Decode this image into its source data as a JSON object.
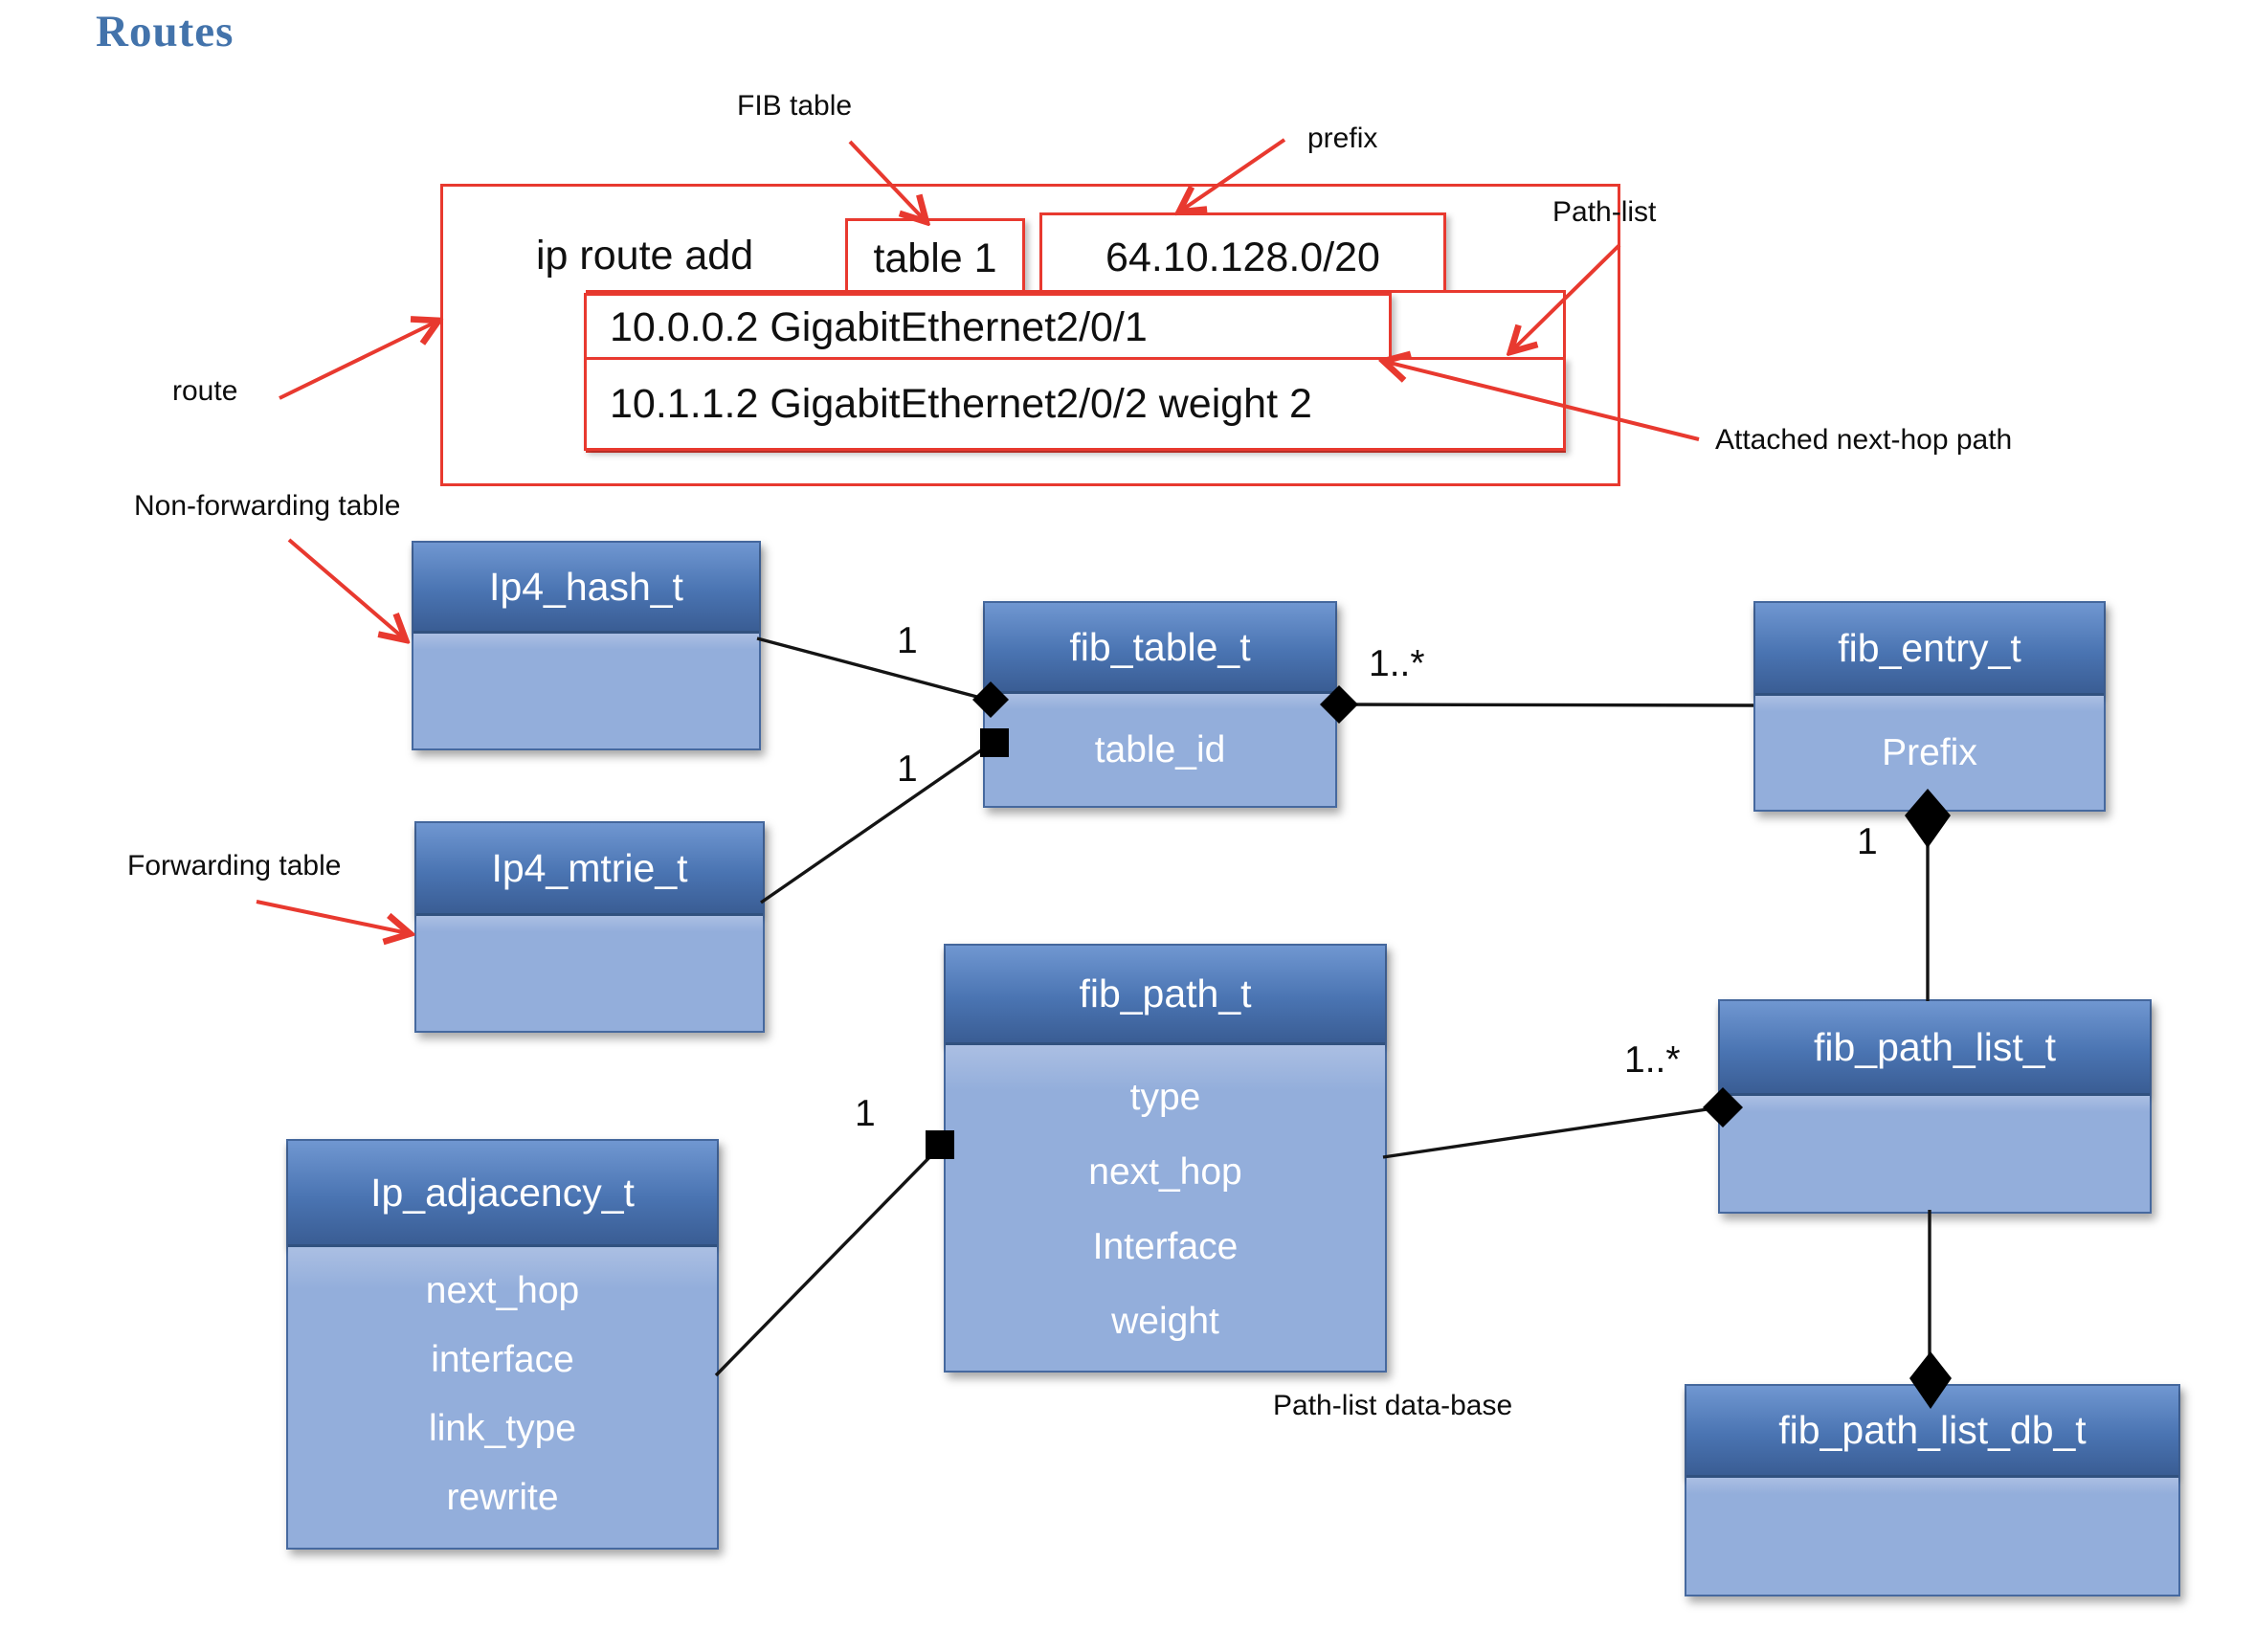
{
  "title": "Routes",
  "colors": {
    "accent_red": "#e8392f",
    "header_blue_top": "#7097d1",
    "header_blue_bottom": "#3a5d94",
    "body_blue": "#93aedb",
    "title_blue": "#4373ab",
    "connector_black": "#141414"
  },
  "route_figure": {
    "command": "ip route add",
    "table": "table 1",
    "prefix": "64.10.128.0/20",
    "paths": [
      "10.0.0.2 GigabitEthernet2/0/1",
      "10.1.1.2 GigabitEthernet2/0/2 weight 2"
    ]
  },
  "annotations": {
    "fib_table": "FIB table",
    "prefix": "prefix",
    "path_list": "Path-list",
    "route": "route",
    "attached_next_hop": "Attached next-hop path",
    "non_forwarding": "Non-forwarding table",
    "forwarding": "Forwarding table",
    "path_list_db": "Path-list data-base"
  },
  "classes": {
    "ip4_hash": {
      "title": "Ip4_hash_t",
      "attrs": []
    },
    "ip4_mtrie": {
      "title": "Ip4_mtrie_t",
      "attrs": []
    },
    "fib_table": {
      "title": "fib_table_t",
      "attrs": [
        "table_id"
      ]
    },
    "fib_entry": {
      "title": "fib_entry_t",
      "attrs": [
        "Prefix"
      ]
    },
    "fib_path": {
      "title": "fib_path_t",
      "attrs": [
        "type",
        "next_hop",
        "Interface",
        "weight"
      ]
    },
    "ip_adjacency": {
      "title": "Ip_adjacency_t",
      "attrs": [
        "next_hop",
        "interface",
        "link_type",
        "rewrite"
      ]
    },
    "fib_path_list": {
      "title": "fib_path_list_t",
      "attrs": []
    },
    "fib_path_list_db": {
      "title": "fib_path_list_db_t",
      "attrs": []
    }
  },
  "multiplicities": {
    "hash_to_table": "1",
    "mtrie_to_table": "1",
    "table_to_entry": "1..*",
    "entry_to_pathlist": "1",
    "pathlist_of_paths": "1..*",
    "adjacency_to_path": "1"
  }
}
